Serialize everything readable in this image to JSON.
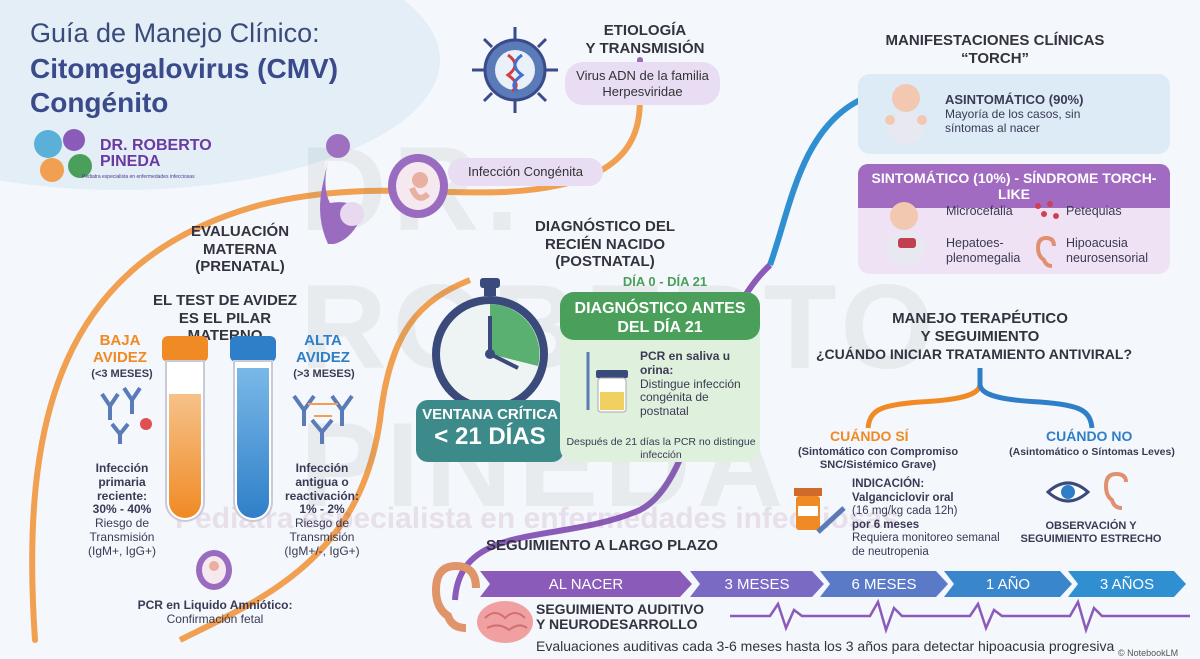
{
  "header": {
    "title_line1": "Guía de Manejo Clínico:",
    "title_line2": "Citomegalovirus (CMV) Congénito"
  },
  "logo": {
    "name_line1": "DR. ROBERTO",
    "name_line2": "PINEDA",
    "subtitle": "Pediatra especialista en enfermedades infecciosas"
  },
  "watermark": {
    "name": "DR. ROBERTO PINEDA",
    "tagline": "Pediatra especialista en enfermedades infecciosas"
  },
  "etiology": {
    "title_line1": "ETIOLOGÍA",
    "title_line2": "Y TRANSMISIÓN",
    "virus_text": "Virus ADN de la familia Herpesviridae",
    "congenital_label": "Infección Congénita"
  },
  "maternal": {
    "title": "EVALUACIÓN MATERNA (PRENATAL)",
    "test_title_line1": "EL TEST DE AVIDEZ",
    "test_title_line2": "ES EL PILAR MATERNO",
    "low": {
      "label_line1": "BAJA",
      "label_line2": "AVIDEZ",
      "time": "(<3 MESES)",
      "desc_bold": "Infección primaria reciente:",
      "pct": "30% - 40%",
      "desc": "Riesgo de Transmisión (IgM+, IgG+)"
    },
    "high": {
      "label_line1": "ALTA",
      "label_line2": "AVIDEZ",
      "time": "(>3 MESES)",
      "desc_bold": "Infección antigua o reactivación:",
      "pct": "1% - 2%",
      "desc": "Riesgo de Transmisión (IgM+/-, IgG+)"
    },
    "pcr_bold": "PCR en Liquido Amniótico:",
    "pcr_desc": "Confirmación fetal"
  },
  "newborn": {
    "title": "DIAGNÓSTICO DEL RECIÉN NACIDO (POSTNATAL)",
    "window_line1": "VENTANA CRÍTICA",
    "window_line2": "< 21 DÍAS",
    "days_label": "DÍA 0 - DÍA 21",
    "box_head": "DIAGNÓSTICO ANTES DEL DÍA 21",
    "pcr_bold": "PCR en saliva u orina:",
    "pcr_desc": "Distingue infección congénita de postnatal",
    "after_note": "Después de 21 días la PCR no distingue infección"
  },
  "manifestations": {
    "title_line1": "MANIFESTACIONES CLÍNICAS",
    "title_line2": "“TORCH”",
    "asymptomatic_title": "ASINTOMÁTICO (90%)",
    "asymptomatic_desc": "Mayoría de los casos, sin síntomas al nacer",
    "symptomatic_head": "SINTOMÁTICO (10%) - SÍNDROME TORCH-LIKE",
    "signs": {
      "micro": "Microcefalia",
      "petequias": "Petequias",
      "hepato": "Hepatoes- plenomegalia",
      "hipoacusia": "Hipoacusia neurosensorial"
    }
  },
  "management": {
    "title_line1": "MANEJO TERAPÉUTICO",
    "title_line2": "Y SEGUIMIENTO",
    "question": "¿CUÁNDO INICIAR TRATAMIENTO ANTIVIRAL?",
    "yes": {
      "label": "CUÁNDO SÍ",
      "desc": "(Sintomático con Compromiso SNC/Sistémico Grave)",
      "indication_bold": "INDICACIÓN: Valganciclovir oral",
      "dose": "(16 mg/kg cada 12h)",
      "duration": "por 6 meses",
      "monitor": "Requiera monitoreo semanal de neutropenia"
    },
    "no": {
      "label": "CUÁNDO NO",
      "desc": "(Asintomático o Síntomas Leves)",
      "action": "OBSERVACIÓN Y SEGUIMIENTO ESTRECHO"
    }
  },
  "followup": {
    "title": "SEGUIMIENTO A LARGO PLAZO",
    "timeline": [
      "AL NACER",
      "3 MESES",
      "6 MESES",
      "1 AÑO",
      "3 AÑOS"
    ],
    "sub_title_line1": "SEGUIMIENTO AUDITIVO",
    "sub_title_line2": "Y NEURODESARROLLO",
    "desc": "Evaluaciones auditivas cada 3-6 meses hasta los 3 años para detectar hipoacusia progresiva"
  },
  "footer": {
    "credit": "© NotebookLM"
  },
  "colors": {
    "orange": "#f08a24",
    "blue": "#2f7fc8",
    "purple": "#8a5bb8",
    "green": "#4aa05a",
    "navy": "#3a4a8a"
  }
}
